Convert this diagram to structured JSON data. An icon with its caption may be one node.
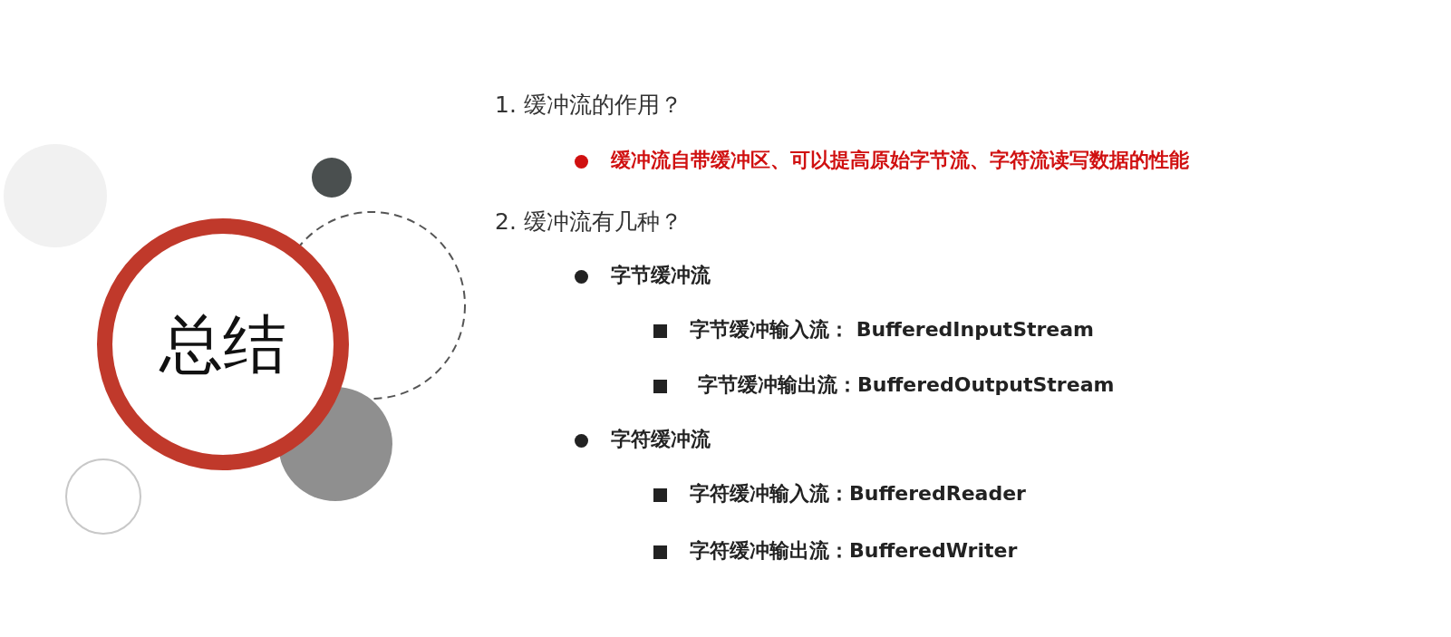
{
  "diagram": {
    "nodes": [
      {
        "text": [
          "总结"
        ]
      }
    ],
    "labels": [
      "1. 缓冲流的作用？",
      "缓冲流自带缓冲区、可以提高原始字节流、字符流读写数据的性能",
      "2. 缓冲流有几种？",
      "字节缓冲流",
      "字节缓冲输入流： BufferedInputStream",
      "字节缓冲输出流：BufferedOutputStream",
      "字符缓冲流",
      "字符缓冲输入流：BufferedReader",
      "字符缓冲输出流：BufferedWriter"
    ]
  }
}
